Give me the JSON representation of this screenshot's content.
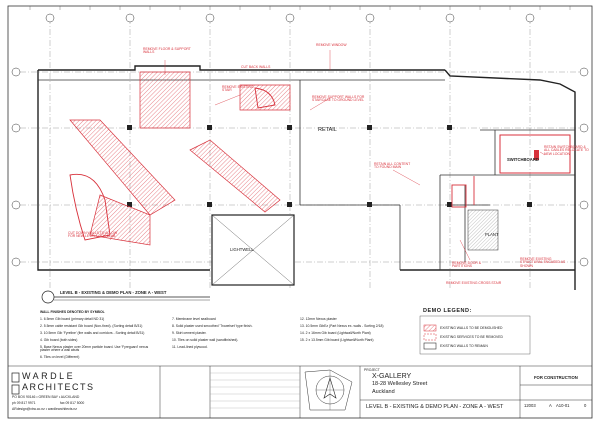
{
  "plan": {
    "title": "LEVEL B - EXISTING & DEMO PLAN - ZONE A - WEST",
    "rooms": {
      "retail": "RETAIL",
      "lightwell": "LIGHTWELL",
      "switchboard": "SWITCHBOARD",
      "plant": "PLANT"
    },
    "red_notes": [
      "REMOVE FLOOR & SUPPORT WALLS",
      "REMOVE EXISTING STAIR",
      "REMOVE WINDOW",
      "CUT BACK WALLS",
      "REMOVE SUPPORT WALLS FOR STAIRCASE TO GROUND LEVEL",
      "CUT DOWN WALLS TO ALLOW FOR NEW LEVEL LOOK SLAB",
      "RETAIN ALL CONTENT TO FOUND MAIN",
      "RETAIN SWITCHBOARD & ALL CABLES RELOCATE TO NEW LOCATION",
      "REMOVE EXISTING STRUCTURAL ENCASED AS SHOWN",
      "REMOVE DOOR & PARTITIONS",
      "REMOVE EXISTING CROSS STAIR"
    ]
  },
  "notes": {
    "heading": "WALL FINISHES DENOTED BY SYMBOL",
    "items": [
      "1.  6.5mm GIb board (primary detail ND 31)",
      "2.  5.5mm cable resistant Gib board (Non-fixed). (Sorting detail B/31)",
      "3.  10.5mm Gib 'Fyreline' (fire walls and corridors - Sorting detail B/31)",
      "4.  Gib board (both sides)",
      "5.  Base Nexus plaster over 20mm particle board. Use 'Fyreguard' nexus plaster where a wall abuts",
      "6.  Tiles on level (Different)",
      "7.  Membrane level sealboard",
      "8.  Solid plaster used smoothed 'Trowelset' type finish.",
      "9.  Skirt cement plaster.",
      "10. Tiles on solid plaster wall (sandfinished).",
      "11. Lead-lined plywood.",
      "12. 12mm Nexus plaster",
      "13. 10.5mm GibEz (Part Nexus ex- walls - Sorting 2/18)",
      "14. 2 x 16mm Gib board (Lightwall/North Plant)",
      "15. 2 x 13.5mm Gib board (Lightwell/North Plant)"
    ]
  },
  "legend": {
    "heading": "DEMO LEGEND:",
    "items": [
      "EXISTING WALLS TO BE DEMOLISHED",
      "EXISTING SERVICES TO BE REMOVED",
      "EXISTING WALLS TO REMAIN"
    ]
  },
  "titleblock": {
    "firm_line1": "WARDLE",
    "firm_line2": "ARCHITECTS",
    "address": "PO BOX 90146  •  GREEN BAY  •  AUCKLAND",
    "phone": "ph 09 817 9971",
    "fax": "fax 09 817 5000",
    "email": "ARdesign@xtra.co.nz  •  wardlearchitects.nz",
    "project_label": "PROJECT",
    "project": "X-GALLERY",
    "address2": "18-28 Wellesley Street",
    "city": "Auckland",
    "drawing_title": "LEVEL B - EXISTING & DEMO PLAN - ZONE A - WEST",
    "status": "FOR CONSTRUCTION",
    "job_no": "12003",
    "rev": "A",
    "sheet": "A10-01",
    "issue": "0"
  }
}
